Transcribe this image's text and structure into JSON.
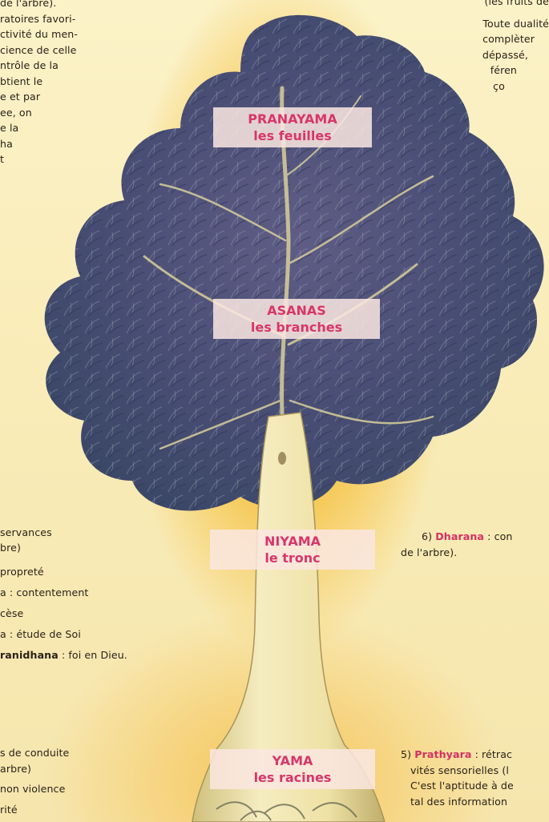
{
  "left_top": [
    "de l'arbre).",
    "ratoires favori-",
    "ctivité du men-",
    "cience de celle",
    "ntrôle de la",
    "btient le",
    "e et par",
    "ee, on",
    "e la",
    "ha",
    "t",
    ""
  ],
  "right_top": [
    "(les fruits de",
    "Toute dualité",
    "complèter",
    "dépassé,",
    "féren",
    "ço"
  ],
  "labels": {
    "pranayama": {
      "name": "PRANAYAMA",
      "part": "les feuilles"
    },
    "asanas": {
      "name": "ASANAS",
      "part": "les branches"
    },
    "niyama": {
      "name": "NIYAMA",
      "part": "le tronc"
    },
    "yama": {
      "name": "YAMA",
      "part": "les racines"
    }
  },
  "niyama_list": {
    "l1": "servances",
    "l2": "bre)",
    "l3": "propreté",
    "l4": "a : contentement",
    "l5": "cèse",
    "l6": "a : étude de Soi",
    "l7": "ranidhana",
    "l7b": " : foi en Dieu."
  },
  "yama_list": {
    "l1": "s de conduite",
    "l2": "arbre)",
    "l3": "non violence",
    "l4": "rité"
  },
  "dharana": {
    "num": "6) ",
    "name": "Dharana",
    "rest": " : con",
    "l2": "de l'arbre)."
  },
  "prathyara": {
    "num": "5) ",
    "name": "Prathyara",
    "rest": " : rétrac",
    "l2": "vités sensorielles (l",
    "l3": "C'est l'aptitude à de",
    "l4": "tal des information"
  },
  "colors": {
    "accent": "#d62f63",
    "foliage": "#4a4f77",
    "trunk": "#efe2a6",
    "background": "#f9ecb8",
    "glow": "#f2a52e"
  }
}
